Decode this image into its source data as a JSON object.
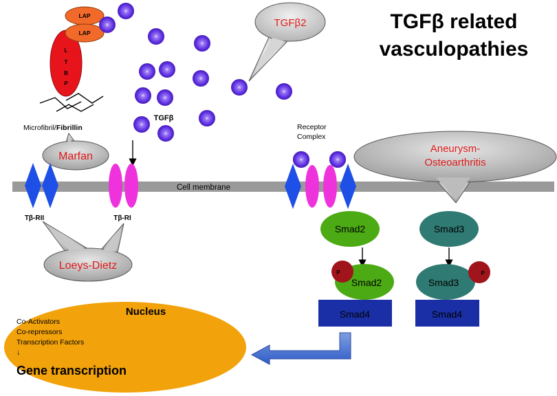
{
  "title": {
    "line1": "TGFβ related",
    "line2": "vasculopathies"
  },
  "latent_complex": {
    "lap_top": "LAP",
    "lap_bottom": "LAP",
    "ltbp_letters": [
      "L",
      "T",
      "B",
      "P"
    ],
    "microfibril_prefix": "Microfibril/",
    "microfibril_bold": "Fibrillin"
  },
  "ligand_label": "TGFβ",
  "membrane_label": "Cell membrane",
  "receptor_complex_label": [
    "Receptor",
    "Complex"
  ],
  "receptors": {
    "type2": "Tβ-RII",
    "type1": "Tβ-RI"
  },
  "callouts": {
    "tgfb2": "TGFβ2",
    "marfan": "Marfan",
    "loeys_dietz": "Loeys-Dietz",
    "aneurysm": [
      "Aneurysm-",
      "Osteoarthritis"
    ]
  },
  "smads": {
    "smad2": "Smad2",
    "smad3": "Smad3",
    "smad2_p": "Smad2",
    "smad3_p": "Smad3",
    "phospho": "P",
    "smad4_left": "Smad4",
    "smad4_right": "Smad4"
  },
  "nucleus": {
    "heading": "Nucleus",
    "items": [
      "Co-Activators",
      "Co-repressors",
      "Transcription Factors",
      "↓"
    ],
    "gene_transcription": "Gene transcription"
  },
  "colors": {
    "ligand": "#5b2be0",
    "membrane": "#9a9a9a",
    "type2_receptor": "#1e4fe6",
    "type1_receptor": "#ee33dd",
    "smad2": "#4caa14",
    "smad3": "#2f7a72",
    "smad4": "#1a2fa6",
    "phospho": "#a0141c",
    "nucleus": "#f2a20a",
    "lap": "#f26a2a",
    "ltbp": "#e8141c",
    "disease_text": "#e01a1a",
    "callout": "#b8b8b8"
  }
}
